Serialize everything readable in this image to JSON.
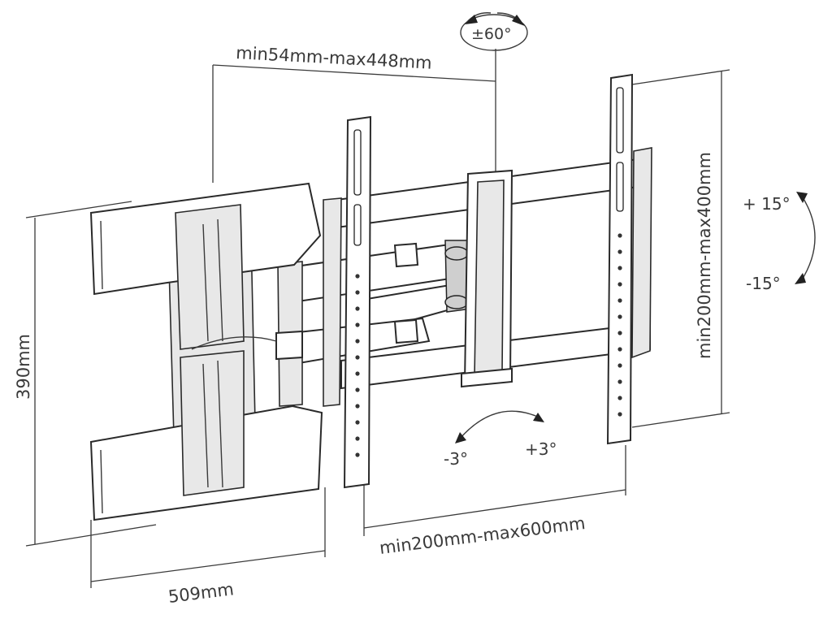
{
  "diagram": {
    "labels": {
      "depth": "min54mm-max448mm",
      "swivel": "±60°",
      "vesa_vertical": "min200mm-max400mm",
      "tilt_up": "+ 15°",
      "tilt_down": "-15°",
      "height": "390mm",
      "level_minus": "-3°",
      "level_plus": "+3°",
      "vesa_horizontal": "min200mm-max600mm",
      "width": "509mm"
    }
  }
}
